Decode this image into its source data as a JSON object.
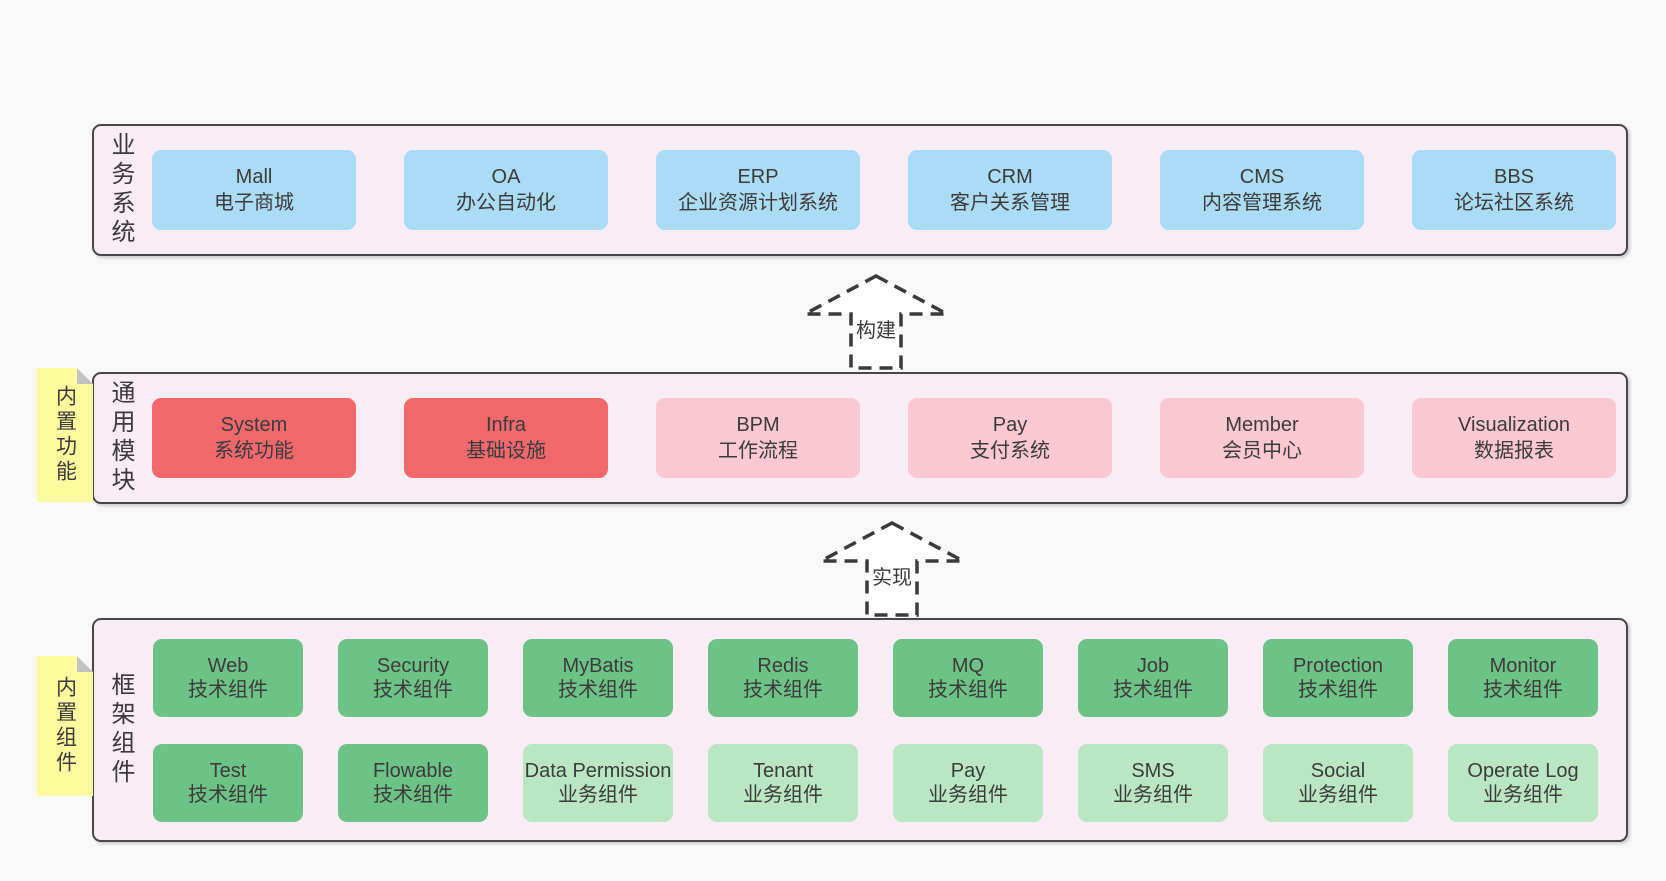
{
  "colors": {
    "page_bg": "#f8f8f8",
    "band_bg": "#f8edf5",
    "band_border": "#474747",
    "box_blue": "#aadcf6",
    "box_red": "#f2696c",
    "box_pink": "#fbc8d3",
    "box_green_dark": "#6dc287",
    "box_green_light": "#bae6c4",
    "sticky_yellow": "#fbfa9e",
    "text": "#3c3c3c"
  },
  "bands": [
    {
      "label": "业务系统",
      "boxes": [
        {
          "title": "Mall",
          "subtitle": "电子商城"
        },
        {
          "title": "OA",
          "subtitle": "办公自动化"
        },
        {
          "title": "ERP",
          "subtitle": "企业资源计划系统"
        },
        {
          "title": "CRM",
          "subtitle": "客户关系管理"
        },
        {
          "title": "CMS",
          "subtitle": "内容管理系统"
        },
        {
          "title": "BBS",
          "subtitle": "论坛社区系统"
        }
      ]
    },
    {
      "label": "通用模块",
      "sticky": "内置功能",
      "boxes": [
        {
          "title": "System",
          "subtitle": "系统功能"
        },
        {
          "title": "Infra",
          "subtitle": "基础设施"
        },
        {
          "title": "BPM",
          "subtitle": "工作流程"
        },
        {
          "title": "Pay",
          "subtitle": "支付系统"
        },
        {
          "title": "Member",
          "subtitle": "会员中心"
        },
        {
          "title": "Visualization",
          "subtitle": "数据报表"
        }
      ]
    },
    {
      "label": "框架组件",
      "sticky": "内置组件",
      "rows": [
        [
          {
            "title": "Web",
            "subtitle": "技术组件"
          },
          {
            "title": "Security",
            "subtitle": "技术组件"
          },
          {
            "title": "MyBatis",
            "subtitle": "技术组件"
          },
          {
            "title": "Redis",
            "subtitle": "技术组件"
          },
          {
            "title": "MQ",
            "subtitle": "技术组件"
          },
          {
            "title": "Job",
            "subtitle": "技术组件"
          },
          {
            "title": "Protection",
            "subtitle": "技术组件"
          },
          {
            "title": "Monitor",
            "subtitle": "技术组件"
          }
        ],
        [
          {
            "title": "Test",
            "subtitle": "技术组件"
          },
          {
            "title": "Flowable",
            "subtitle": "技术组件"
          },
          {
            "title": "Data Permission",
            "subtitle": "业务组件"
          },
          {
            "title": "Tenant",
            "subtitle": "业务组件"
          },
          {
            "title": "Pay",
            "subtitle": "业务组件"
          },
          {
            "title": "SMS",
            "subtitle": "业务组件"
          },
          {
            "title": "Social",
            "subtitle": "业务组件"
          },
          {
            "title": "Operate Log",
            "subtitle": "业务组件"
          }
        ]
      ]
    }
  ],
  "arrows": [
    {
      "label": "构建"
    },
    {
      "label": "实现"
    }
  ]
}
